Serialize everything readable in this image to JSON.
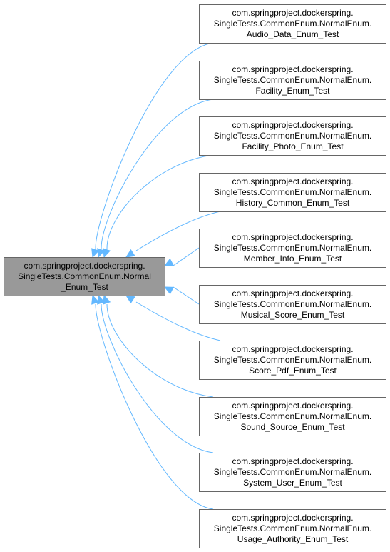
{
  "diagram": {
    "type": "inheritance-graph",
    "colors": {
      "edge": "#63b8ff",
      "base_fill": "#999999",
      "node_fill": "#ffffff",
      "border": "#666666"
    },
    "base_node": {
      "lines": [
        "com.springproject.dockerspring.",
        "SingleTests.CommonEnum.Normal",
        "_Enum_Test"
      ]
    },
    "derived_nodes": [
      {
        "lines": [
          "com.springproject.dockerspring.",
          "SingleTests.CommonEnum.NormalEnum.",
          "Audio_Data_Enum_Test"
        ]
      },
      {
        "lines": [
          "com.springproject.dockerspring.",
          "SingleTests.CommonEnum.NormalEnum.",
          "Facility_Enum_Test"
        ]
      },
      {
        "lines": [
          "com.springproject.dockerspring.",
          "SingleTests.CommonEnum.NormalEnum.",
          "Facility_Photo_Enum_Test"
        ]
      },
      {
        "lines": [
          "com.springproject.dockerspring.",
          "SingleTests.CommonEnum.NormalEnum.",
          "History_Common_Enum_Test"
        ]
      },
      {
        "lines": [
          "com.springproject.dockerspring.",
          "SingleTests.CommonEnum.NormalEnum.",
          "Member_Info_Enum_Test"
        ]
      },
      {
        "lines": [
          "com.springproject.dockerspring.",
          "SingleTests.CommonEnum.NormalEnum.",
          "Musical_Score_Enum_Test"
        ]
      },
      {
        "lines": [
          "com.springproject.dockerspring.",
          "SingleTests.CommonEnum.NormalEnum.",
          "Score_Pdf_Enum_Test"
        ]
      },
      {
        "lines": [
          "com.springproject.dockerspring.",
          "SingleTests.CommonEnum.NormalEnum.",
          "Sound_Source_Enum_Test"
        ]
      },
      {
        "lines": [
          "com.springproject.dockerspring.",
          "SingleTests.CommonEnum.NormalEnum.",
          "System_User_Enum_Test"
        ]
      },
      {
        "lines": [
          "com.springproject.dockerspring.",
          "SingleTests.CommonEnum.NormalEnum.",
          "Usage_Authority_Enum_Test"
        ]
      }
    ]
  }
}
